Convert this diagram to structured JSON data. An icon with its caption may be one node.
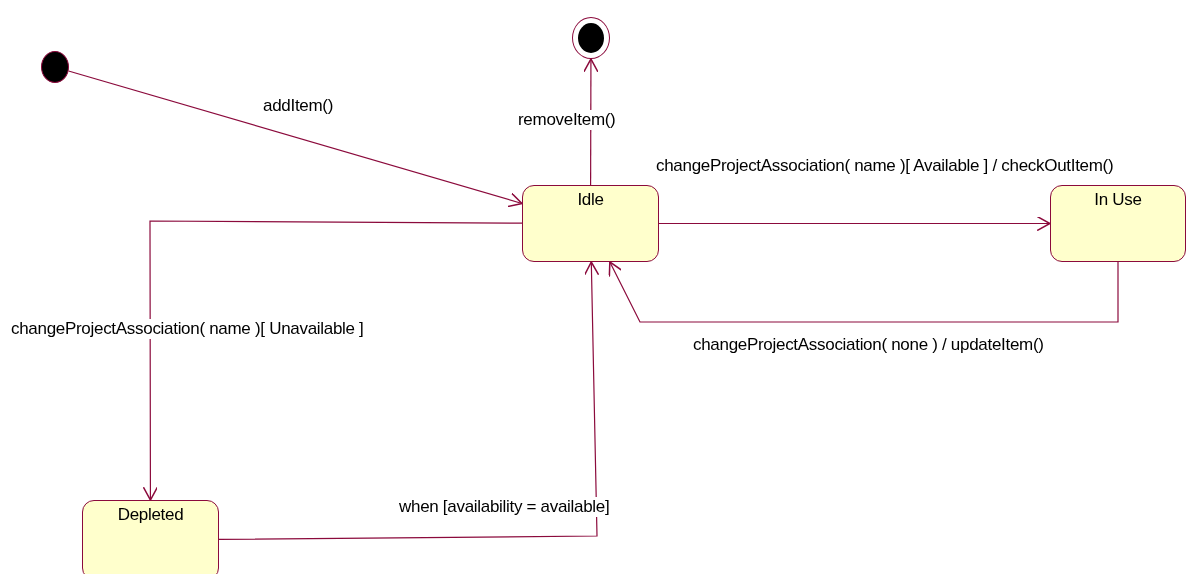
{
  "diagram": {
    "nodes": [
      {
        "text": [],
        "shape": "circle"
      },
      {
        "text": [],
        "shape": "circle"
      },
      {
        "text": [
          "Idle"
        ]
      },
      {
        "text": [
          "In Use"
        ]
      },
      {
        "text": [
          "Depleted"
        ]
      }
    ],
    "edges": [
      {
        "from": 0,
        "to": 2,
        "arrow": "to",
        "label": "addItem()"
      },
      {
        "from": 2,
        "to": 1,
        "arrow": "to",
        "label": "removeItem()"
      },
      {
        "from": 2,
        "to": 3,
        "arrow": "to",
        "label": "changeProjectAssociation( name )[ Available ] / checkOutItem()"
      },
      {
        "from": 3,
        "to": 2,
        "arrow": "to",
        "label": "changeProjectAssociation( none ) / updateItem()"
      },
      {
        "from": 2,
        "to": 4,
        "arrow": "to",
        "label": "changeProjectAssociation( name )[ Unavailable ]"
      },
      {
        "from": 4,
        "to": 2,
        "arrow": "to",
        "label": "when [availability = available]"
      }
    ]
  }
}
